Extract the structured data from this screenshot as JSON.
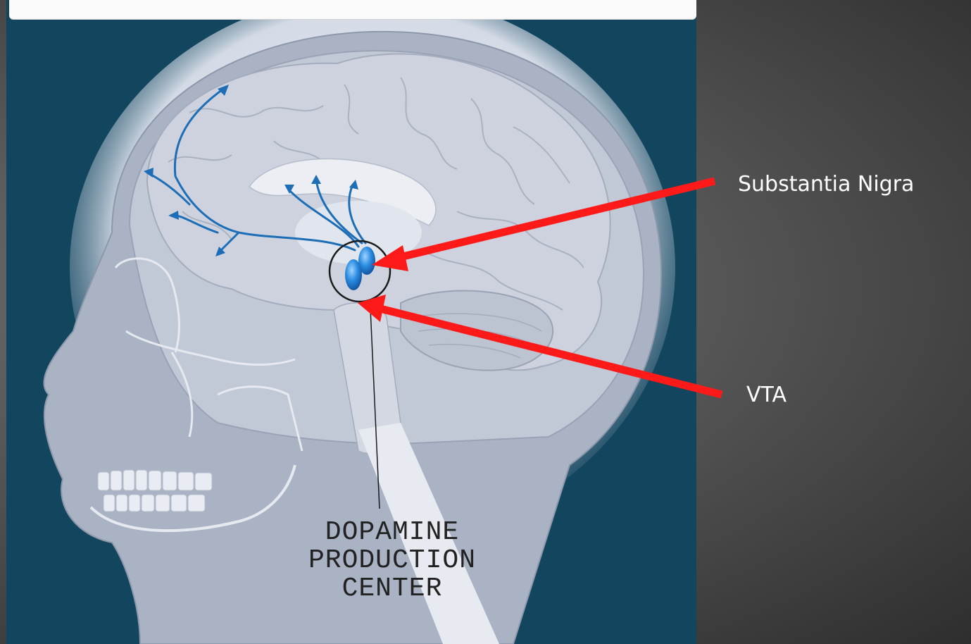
{
  "labels": {
    "substantia_nigra": "Substantia Nigra",
    "vta": "VTA"
  },
  "figure": {
    "caption_lines": [
      "DOPAMINE",
      "PRODUCTION",
      "CENTER"
    ]
  },
  "colors": {
    "slide_background": "#4a4a4a",
    "figure_background": "#12455e",
    "head_fill": "#a9b2c3",
    "brain_fill": "#c9ceda",
    "dopamine_pathway": "#1d6eb6",
    "arrow": "#ff1a1a",
    "label_text": "#ffffff"
  }
}
